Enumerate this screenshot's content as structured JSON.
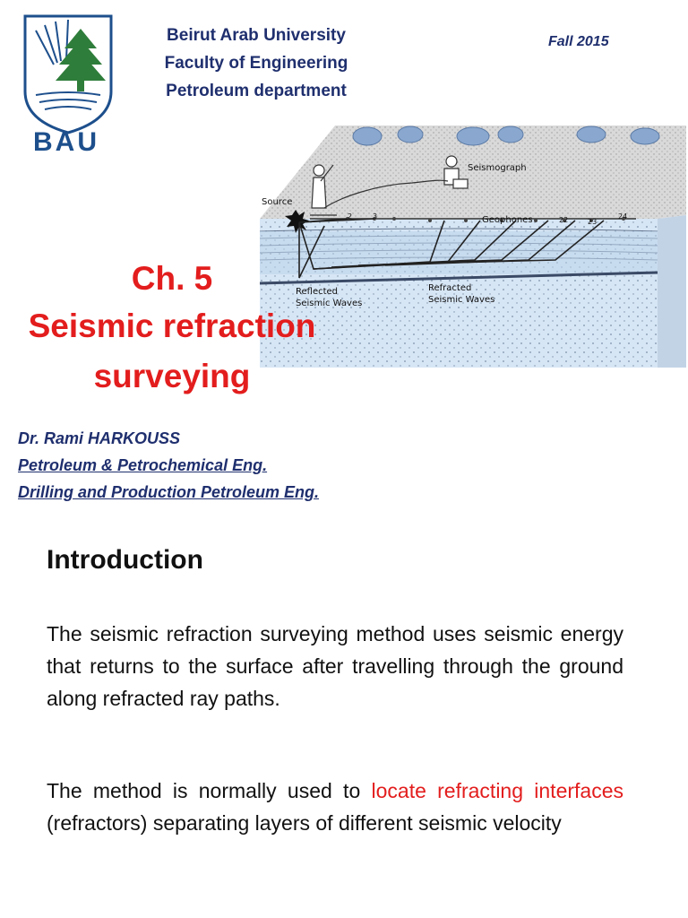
{
  "header": {
    "logo_text": "BAU",
    "university": "Beirut Arab University",
    "faculty": "Faculty of Engineering",
    "department": "Petroleum department",
    "term": "Fall 2015"
  },
  "title": {
    "chapter": "Ch. 5",
    "line1": "Seismic refraction",
    "line2": "surveying"
  },
  "figure": {
    "source": "Source",
    "seismograph": "Seismograph",
    "geophones": "Geophones",
    "geophone_numbers": [
      "2",
      "3",
      "22",
      "23",
      "24"
    ],
    "reflected_1": "Reflected",
    "reflected_2": "Seismic Waves",
    "refracted_1": "Refracted",
    "refracted_2": "Seismic Waves"
  },
  "authors": {
    "name": "Dr. Rami HARKOUSS",
    "program1": "Petroleum & Petrochemical Eng.",
    "program2": "Drilling and Production Petroleum Eng."
  },
  "intro": {
    "heading": "Introduction",
    "para1": "The seismic refraction surveying method uses seismic energy that returns to the surface after travelling through the ground along refracted ray paths.",
    "para2_pre": "The method is normally used to ",
    "para2_highlight": "locate refracting interfaces",
    "para2_post": " (refractors) separating layers of different seismic velocity"
  },
  "colors": {
    "title_red": "#e31d1d",
    "navy": "#1f2f6e",
    "logo_blue": "#1d4f8c"
  }
}
